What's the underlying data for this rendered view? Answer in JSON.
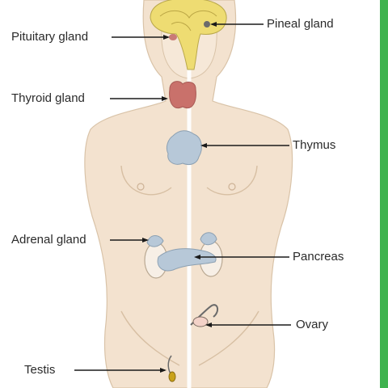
{
  "labels": {
    "pituitary": "Pituitary gland",
    "pineal": "Pineal gland",
    "thyroid": "Thyroid gland",
    "thymus": "Thymus",
    "adrenal": "Adrenal gland",
    "pancreas": "Pancreas",
    "ovary": "Ovary",
    "testis": "Testis"
  },
  "colors": {
    "body": "#f3e2cf",
    "body_outline": "#d9c3a8",
    "brain": "#eedc72",
    "thyroid": "#c9716b",
    "gland_blue": "#b7c8d8",
    "kidney": "#f7efe6",
    "testis": "#c9a21b",
    "line": "#1a1a1a",
    "edge": "#3fb34f"
  }
}
